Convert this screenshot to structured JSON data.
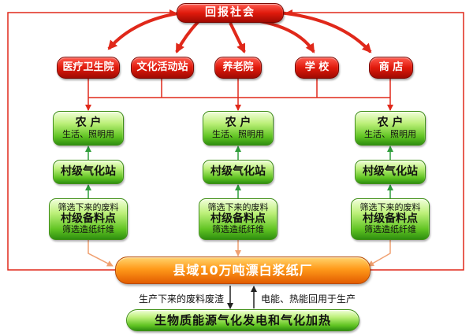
{
  "top": {
    "label": "回报社会"
  },
  "institutions": [
    {
      "label": "医疗卫生院"
    },
    {
      "label": "文化活动站"
    },
    {
      "label": "养老院"
    },
    {
      "label": "学 校"
    },
    {
      "label": "商 店"
    }
  ],
  "columns": [
    {
      "farmer_title": "农 户",
      "farmer_sub": "生活、照明用",
      "station": "村级气化站",
      "collection_top": "筛选下来的废料",
      "collection_main": "村级备料点",
      "collection_bottom": "筛选造纸纤维"
    },
    {
      "farmer_title": "农 户",
      "farmer_sub": "生活、照明用",
      "station": "村级气化站",
      "collection_top": "筛选下来的废料",
      "collection_main": "村级备料点",
      "collection_bottom": "筛选造纸纤维"
    },
    {
      "farmer_title": "农 户",
      "farmer_sub": "生活、照明用",
      "station": "村级气化站",
      "collection_top": "筛选下来的废料",
      "collection_main": "村级备料点",
      "collection_bottom": "筛选造纸纤维"
    }
  ],
  "mill": {
    "label": "县域10万吨漂白浆纸厂"
  },
  "waste_note": "生产下来的废料废渣",
  "energy_note": "电能、热能回用于生产",
  "bottom": {
    "label": "生物质能源气化发电和气化加热"
  },
  "colors": {
    "red_line": "#e0281a",
    "orange_arrow": "#f0a070",
    "green_arrow": "#2e9d3a",
    "black_arrow": "#222222"
  }
}
